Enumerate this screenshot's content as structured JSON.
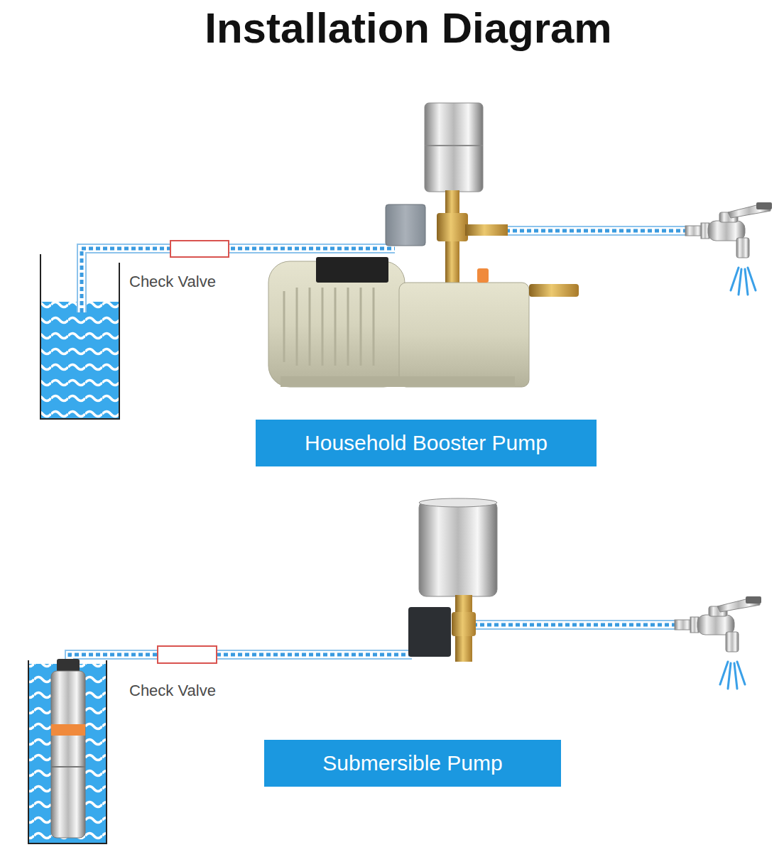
{
  "diagram": {
    "title": "Installation Diagram",
    "nodes": [
      {
        "text": [
          "Household Booster Pump"
        ]
      },
      {
        "text": [
          "Submersible Pump"
        ]
      }
    ],
    "labels": [
      "Check Valve",
      "Check Valve"
    ]
  }
}
